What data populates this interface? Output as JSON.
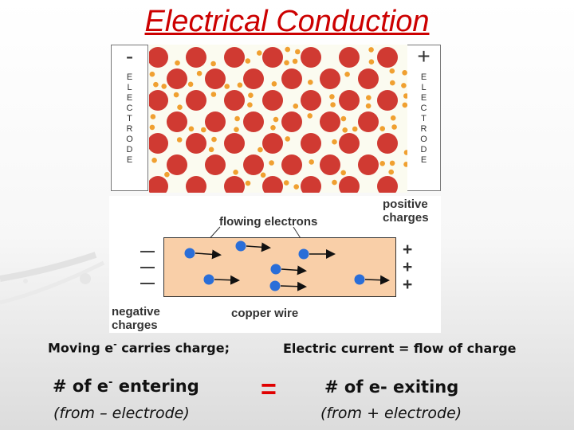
{
  "title": "Electrical Conduction",
  "left_electrode": {
    "sign": "-",
    "letters": [
      "E",
      "L",
      "E",
      "C",
      "T",
      "R",
      "O",
      "D",
      "E"
    ]
  },
  "right_electrode": {
    "sign": "+",
    "letters": [
      "E",
      "L",
      "E",
      "C",
      "T",
      "R",
      "O",
      "D",
      "E"
    ]
  },
  "wire_diagram": {
    "flowing_electrons": "flowing electrons",
    "positive_charges": [
      "positive",
      "charges"
    ],
    "negative_charges": [
      "negative",
      "charges"
    ],
    "copper_wire": "copper wire",
    "minus_signs": [
      "—",
      "—",
      "—"
    ],
    "plus_signs": [
      "+",
      "+",
      "+"
    ]
  },
  "captions": {
    "moving_prefix": "Moving e",
    "moving_sup": "-",
    "moving_suffix": " carries charge;",
    "current": "Electric current = flow of charge",
    "entering_prefix": "# of e",
    "entering_sup": "-",
    "entering_suffix": " entering",
    "equals": "=",
    "exiting": "# of e- exiting",
    "from_minus": "(from – electrode)",
    "from_plus": "(from + electrode)"
  },
  "colors": {
    "title": "#cc0000",
    "ion": "#d03a32",
    "electron": "#f0a030",
    "wire": "#f9cfa8",
    "wire_electron": "#2a6ed8"
  }
}
